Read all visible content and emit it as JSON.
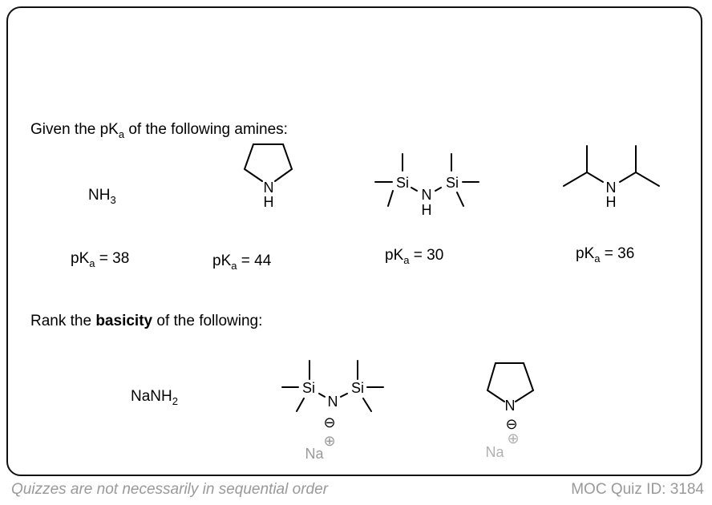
{
  "question": {
    "intro_prefix": "Given the pK",
    "intro_sub": "a",
    "intro_suffix": " of the following amines:",
    "rank_prefix": "Rank the ",
    "rank_bold": "basicity",
    "rank_suffix": " of the following:"
  },
  "amines": [
    {
      "name": "ammonia",
      "formula_main": "NH",
      "formula_sub": "3",
      "pka": "38"
    },
    {
      "name": "pyrrolidine",
      "atoms": [
        "N",
        "H"
      ],
      "pka": "44"
    },
    {
      "name": "hexamethyldisilazane",
      "atoms": [
        "Si",
        "N",
        "H",
        "Si"
      ],
      "pka": "30"
    },
    {
      "name": "diisopropylamine",
      "atoms": [
        "N",
        "H"
      ],
      "pka": "36"
    }
  ],
  "pka_label": {
    "p": "pK",
    "sub": "a",
    "eq": " = "
  },
  "bases": [
    {
      "name": "sodium-amide",
      "formula_a": "NaNH",
      "formula_sub": "2"
    },
    {
      "name": "sodium-hmds",
      "atoms": [
        "Si",
        "N",
        "Si"
      ],
      "anion": "⊖",
      "cation_charge": "⊕",
      "cation": "Na"
    },
    {
      "name": "sodium-pyrrolidide",
      "atoms": [
        "N"
      ],
      "anion": "⊖",
      "cation_charge": "⊕",
      "cation": "Na"
    }
  ],
  "footer": {
    "left": "Quizzes are not necessarily in sequential order",
    "right": "MOC Quiz ID: 3184"
  },
  "colors": {
    "cation": "#999999",
    "cation_light": "#b0b0b0",
    "footer": "#999999"
  }
}
